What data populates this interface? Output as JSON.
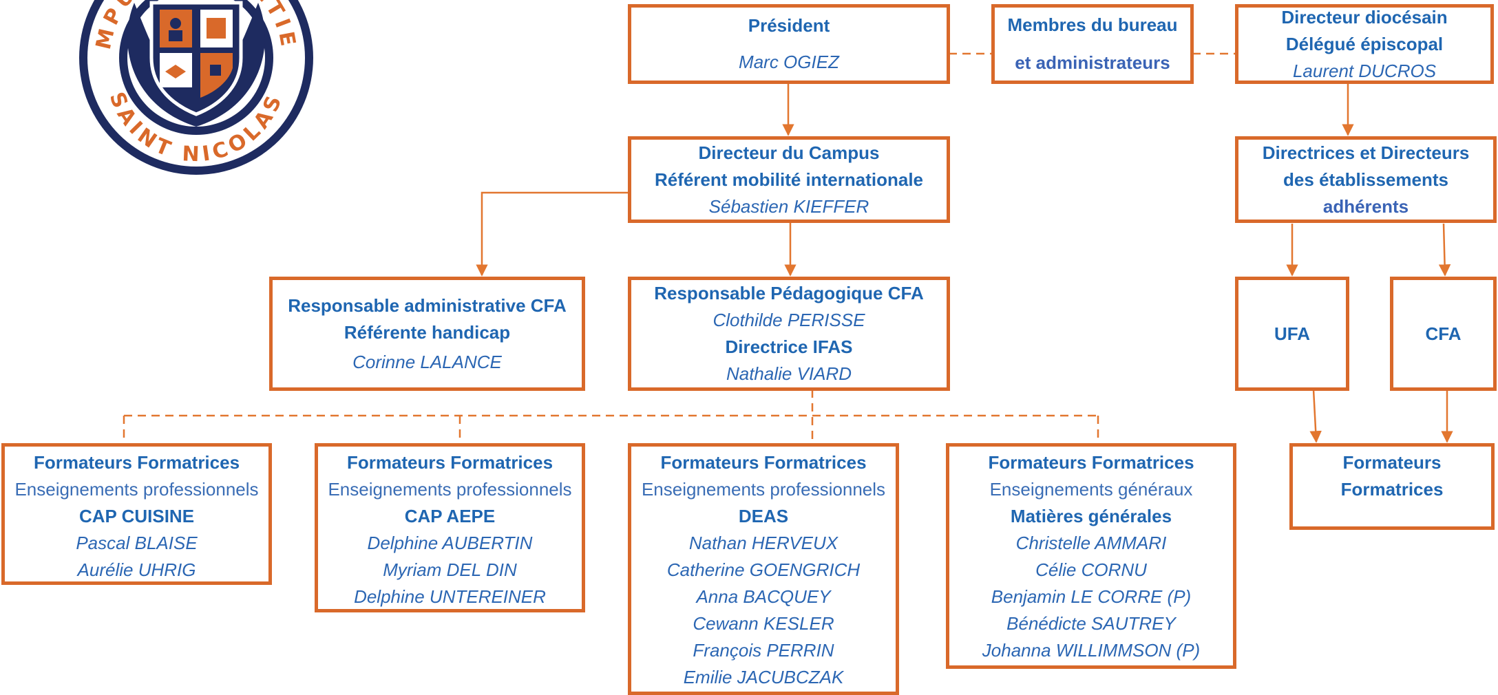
{
  "colors": {
    "border": "#D9692A",
    "text": "#1F66B1",
    "logo_navy": "#1E2B60"
  },
  "logo": {
    "text_top": "CAMPUS DES METIERS",
    "text_bottom": "SAINT NICOLAS"
  },
  "president": {
    "title": "Président",
    "name": "Marc OGIEZ"
  },
  "bureau": {
    "line1": "Membres du bureau",
    "line2": "et administrateurs"
  },
  "directeur_diocesain": {
    "line1": "Directeur diocésain",
    "line2": "Délégué épiscopal",
    "name": "Laurent DUCROS"
  },
  "directeur_campus": {
    "line1": "Directeur du Campus",
    "line2": "Référent mobilité internationale",
    "name": "Sébastien KIEFFER"
  },
  "directrices_etablissements": {
    "line1": "Directrices et Directeurs",
    "line2": "des établissements",
    "line3": "adhérents"
  },
  "resp_admin": {
    "line1": "Responsable administrative CFA",
    "line2": "Référente handicap",
    "name": "Corinne LALANCE"
  },
  "resp_peda": {
    "line1": "Responsable Pédagogique CFA",
    "name1": "Clothilde PERISSE",
    "line2": "Directrice IFAS",
    "name2": "Nathalie VIARD"
  },
  "ufa": {
    "label": "UFA"
  },
  "cfa": {
    "label": "CFA"
  },
  "formateurs_cap_cuisine": {
    "title": "Formateurs Formatrices",
    "subtitle": "Enseignements professionnels",
    "program": "CAP CUISINE",
    "people": [
      "Pascal BLAISE",
      "Aurélie UHRIG"
    ]
  },
  "formateurs_cap_aepe": {
    "title": "Formateurs Formatrices",
    "subtitle": "Enseignements professionnels",
    "program": "CAP AEPE",
    "people": [
      "Delphine AUBERTIN",
      "Myriam DEL DIN",
      "Delphine UNTEREINER"
    ]
  },
  "formateurs_deas": {
    "title": "Formateurs Formatrices",
    "subtitle": "Enseignements professionnels",
    "program": "DEAS",
    "people": [
      "Nathan HERVEUX",
      "Catherine GOENGRICH",
      "Anna BACQUEY",
      "Cewann KESLER",
      "François PERRIN",
      "Emilie JACUBCZAK"
    ]
  },
  "formateurs_generaux": {
    "title": "Formateurs Formatrices",
    "subtitle": "Enseignements généraux",
    "program": "Matières générales",
    "people": [
      "Christelle AMMARI",
      "Célie CORNU",
      "Benjamin LE CORRE (P)",
      "Bénédicte SAUTREY",
      "Johanna WILLIMMSON (P)"
    ]
  },
  "formateurs_ufa_cfa": {
    "line1": "Formateurs",
    "line2": "Formatrices"
  }
}
